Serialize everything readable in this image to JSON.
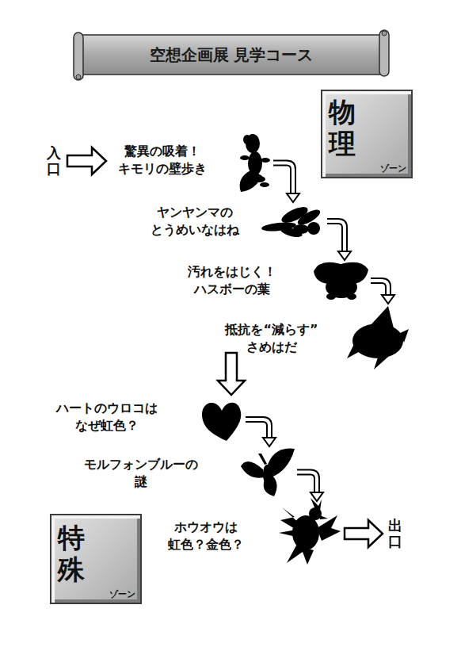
{
  "diagram": {
    "title": "空想企画展 見学コース",
    "nodes": [
      {
        "text": [
          "物理",
          "ゾーン"
        ]
      },
      {
        "text": [
          "入口"
        ]
      },
      {
        "text": [
          "驚異の吸着！ キモリの壁歩き"
        ]
      },
      {
        "text": [
          "ヤンヤンマの とうめいなはね"
        ]
      },
      {
        "text": [
          "汚れをはじく！ ハスボーの葉"
        ]
      },
      {
        "text": [
          "抵抗を“減らす” さめはだ"
        ]
      },
      {
        "text": [
          "ハートのウロコは なぜ虹色？"
        ]
      },
      {
        "text": [
          "モルフォンブルーの 謎"
        ]
      },
      {
        "text": [
          "特殊",
          "ゾーン"
        ]
      },
      {
        "text": [
          "ホウオウは 虹色？金色？"
        ]
      },
      {
        "text": [
          "出口"
        ]
      }
    ],
    "edges": [
      {
        "from": 1,
        "to": 2,
        "arrow": "to"
      },
      {
        "from": 2,
        "to": 3,
        "arrow": "to"
      },
      {
        "from": 3,
        "to": 4,
        "arrow": "to"
      },
      {
        "from": 4,
        "to": 5,
        "arrow": "to"
      },
      {
        "from": 5,
        "to": 6,
        "arrow": "to"
      },
      {
        "from": 6,
        "to": 7,
        "arrow": "to"
      },
      {
        "from": 7,
        "to": 9,
        "arrow": "to"
      },
      {
        "from": 9,
        "to": 10,
        "arrow": "to"
      }
    ]
  }
}
